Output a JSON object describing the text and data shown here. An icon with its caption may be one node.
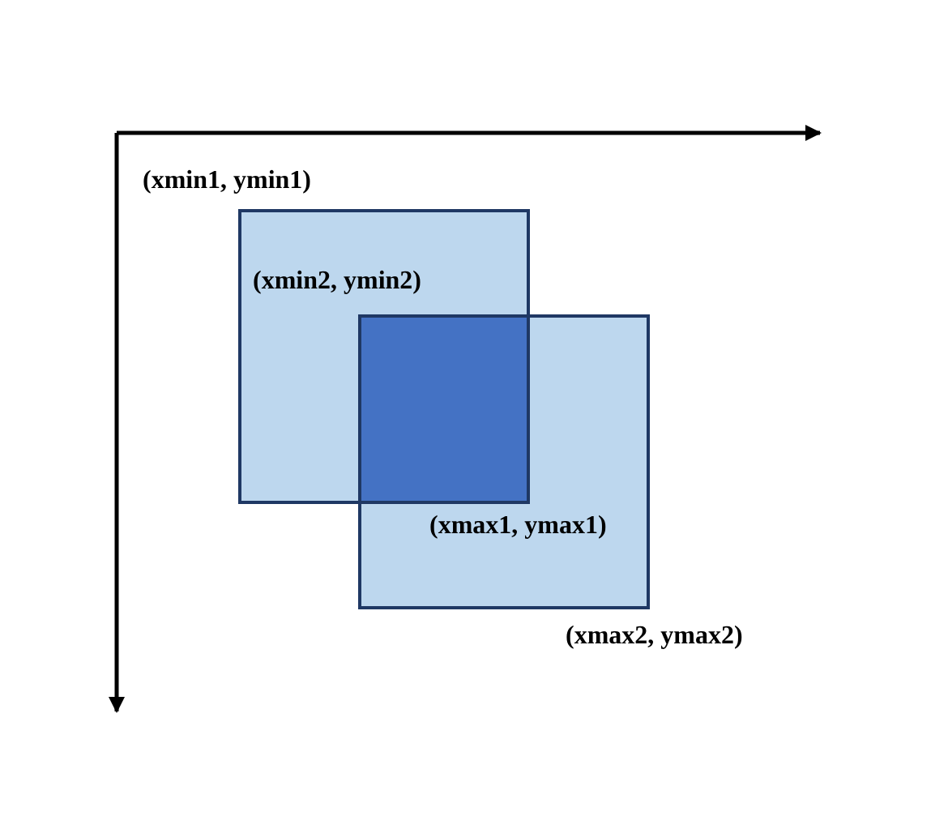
{
  "diagram": {
    "labels": [
      "(xmin1, ymin1)",
      "(xmin2, ymin2)",
      "(xmax1, ymax1)",
      "(xmax2, ymax2)"
    ]
  }
}
